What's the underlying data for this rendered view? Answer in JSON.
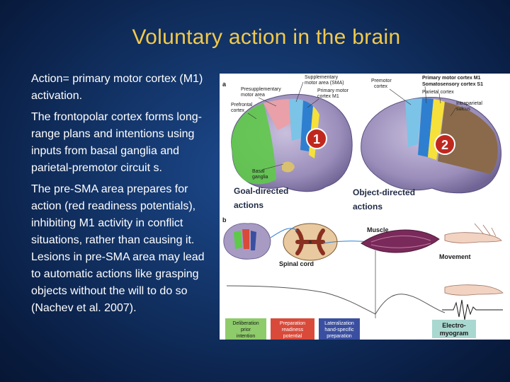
{
  "slide": {
    "title": "Voluntary action in the brain",
    "paragraphs": [
      "Action= primary motor cortex (M1) activation.",
      "The frontopolar cortex forms long-range plans and intentions using inputs from basal ganglia and parietal-premotor circuit s.",
      "The pre-SMA area prepares for action (red readiness potentials), inhibiting M1 activity in conflict situations, rather than causing it. Lesions in pre-SMA area may lead to automatic actions like grasping objects without the will to do so (Nachev et al. 2007)."
    ]
  },
  "figure": {
    "panel_a": "a",
    "panel_b": "b",
    "labels": {
      "sma": "Supplementary",
      "sma2": "motor area (SMA)",
      "presma": "Presupplementary",
      "presma2": "motor area",
      "m1": "Primary motor",
      "m1b": "cortex M1",
      "prefrontal": "Prefrontal",
      "prefrontal2": "cortex",
      "basal": "Basal",
      "basal2": "ganglia",
      "premotor": "Premotor",
      "premotor2": "cortex",
      "pm1": "Primary motor cortex M1",
      "s1": "Somatosensory cortex S1",
      "parietal": "Parietal cortex",
      "ips": "Intraparietal",
      "ips2": "sulcus",
      "goal": "Goal-directed",
      "goal2": "actions",
      "object": "Object-directed",
      "object2": "actions",
      "muscle": "Muscle",
      "spinal": "Spinal cord",
      "movement": "Movement",
      "emg": "Electro-",
      "emg2": "myogram",
      "delib": "Deliberation",
      "delib2": "prior",
      "delib3": "intention",
      "prep": "Preparation",
      "prep2": "readiness",
      "prep3": "potential",
      "lat": "Lateralization",
      "lat2": "hand-specific",
      "lat3": "preparation",
      "badge1": "1",
      "badge2": "2"
    },
    "colors": {
      "prefrontal": "#5fc94a",
      "presma": "#e9a0a8",
      "sma": "#7cc3e8",
      "m1_blue": "#2f7fd0",
      "yellow": "#f6e13a",
      "parietal_brown": "#8a6a4a",
      "brain_purple": "#a79bc4",
      "badge_red": "#c0281e",
      "delib_green": "#8ecb6a",
      "prep_red": "#d94a3a",
      "lat_blue": "#3b4fa0",
      "emg_teal": "#a9d8d0"
    }
  }
}
